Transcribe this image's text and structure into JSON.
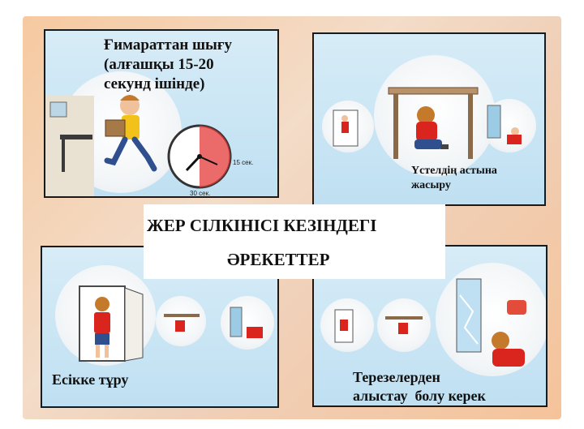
{
  "title": {
    "line1": "ЖЕР СІЛКІНІСІ КЕЗІНДЕГІ",
    "line2": "ӘРЕКЕТТЕР"
  },
  "panels": [
    {
      "caption_lines": [
        "Ғимараттан шығу",
        "(алғашқы 15-20",
        "секунд ішінде)"
      ],
      "clock": {
        "label_15": "15 сек.",
        "label_30": "30 сек."
      }
    },
    {
      "caption_lines": [
        "Үстелдің астына",
        "жасыру"
      ]
    },
    {
      "caption_lines": [
        "Есікке тұру"
      ]
    },
    {
      "caption_lines": [
        "Терезелерден",
        "алыстау  болу керек"
      ]
    }
  ],
  "colors": {
    "background": "#f5c9a3",
    "panel_sky": "#cfe7f5",
    "shirt_red": "#d9251d",
    "shirt_yellow": "#f2c21b",
    "clock_red": "#e43a3a"
  }
}
